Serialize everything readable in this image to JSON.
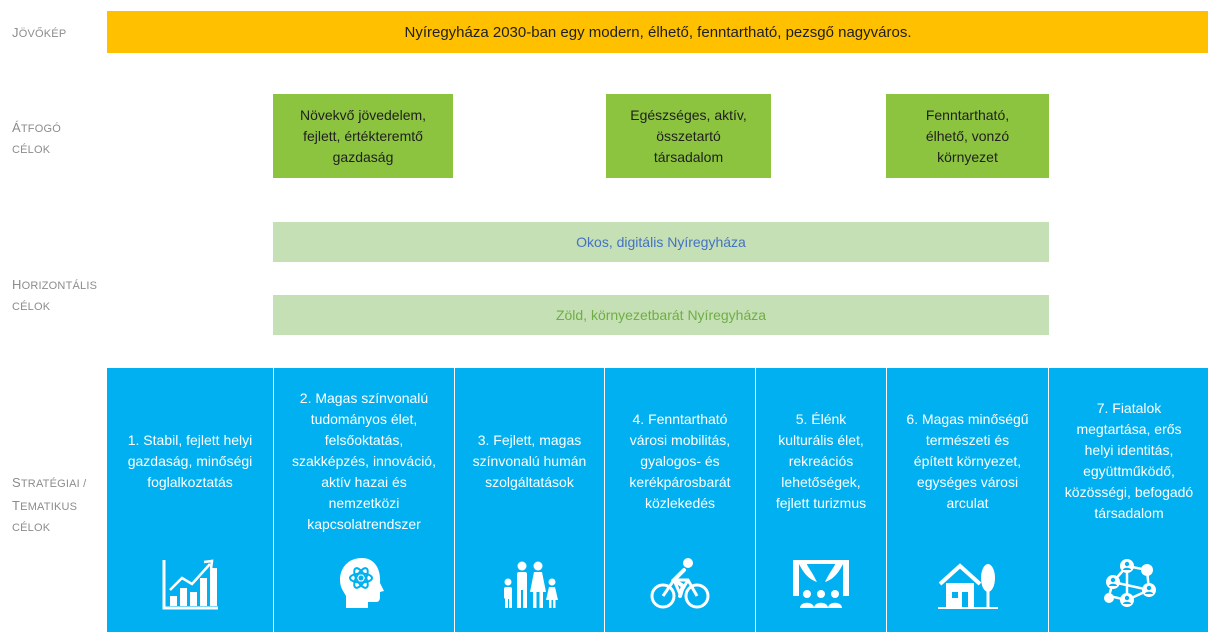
{
  "labels": {
    "vision": {
      "cap": "J",
      "rest": "ÖVŐKÉP"
    },
    "overarching": [
      {
        "cap": "Á",
        "rest": "TFOGÓ"
      },
      {
        "cap": "",
        "rest": "CÉLOK"
      }
    ],
    "horizontal": [
      {
        "cap": "H",
        "rest": "ORIZONTÁLIS"
      },
      {
        "cap": "",
        "rest": "CÉLOK"
      }
    ],
    "strategic": [
      {
        "cap": "S",
        "rest": "TRATÉGIAI /"
      },
      {
        "cap": "T",
        "rest": "EMATIKUS"
      },
      {
        "cap": "",
        "rest": "CÉLOK"
      }
    ]
  },
  "vision_text": "Nyíregyháza 2030-ban egy modern, élhető, fenntartható, pezsgő nagyváros.",
  "overarching_goals": [
    {
      "lines": [
        "Növekvő jövedelem,",
        "fejlett, értékteremtő",
        "gazdaság"
      ]
    },
    {
      "lines": [
        "Egészséges, aktív,",
        "összetartó",
        "társadalom"
      ]
    },
    {
      "lines": [
        "Fenntartható,",
        "élhető, vonzó",
        "környezet"
      ]
    }
  ],
  "horizontal_goals": [
    {
      "text": "Okos, digitális Nyíregyháza",
      "color": "#4472c4"
    },
    {
      "text": "Zöld, környezetbarát Nyíregyháza",
      "color": "#70ad47"
    }
  ],
  "strategic_goals": [
    {
      "lines": [
        "1. Stabil, fejlett helyi",
        "gazdaság, minőségi",
        "foglalkoztatás"
      ],
      "icon": "growth-chart-icon"
    },
    {
      "lines": [
        "2. Magas színvonalú",
        "tudományos élet,",
        "felsőoktatás,",
        "szakképzés, innováció,",
        "aktív hazai és",
        "nemzetközi",
        "kapcsolatrendszer"
      ],
      "icon": "science-head-icon"
    },
    {
      "lines": [
        "3. Fejlett, magas",
        "színvonalú humán",
        "szolgáltatások"
      ],
      "icon": "family-icon"
    },
    {
      "lines": [
        "4. Fenntartható",
        "városi mobilitás,",
        "gyalogos- és",
        "kerékpárosbarát",
        "közlekedés"
      ],
      "icon": "cyclist-icon"
    },
    {
      "lines": [
        "5. Élénk",
        "kulturális élet,",
        "rekreációs",
        "lehetőségek,",
        "fejlett turizmus"
      ],
      "icon": "theater-stage-icon"
    },
    {
      "lines": [
        "6. Magas minőségű",
        "természeti és",
        "épített környezet,",
        "egységes városi",
        "arculat"
      ],
      "icon": "house-tree-icon"
    },
    {
      "lines": [
        "7. Fiatalok",
        "megtartása, erős",
        "helyi identitás,",
        "együttműködő,",
        "közösségi, befogadó",
        "társadalom"
      ],
      "icon": "community-network-icon"
    }
  ],
  "colors": {
    "vision": "#ffc000",
    "overarching": "#8cc43f",
    "horizontal": "#c5e0b4",
    "strategic": "#00b0f0"
  }
}
